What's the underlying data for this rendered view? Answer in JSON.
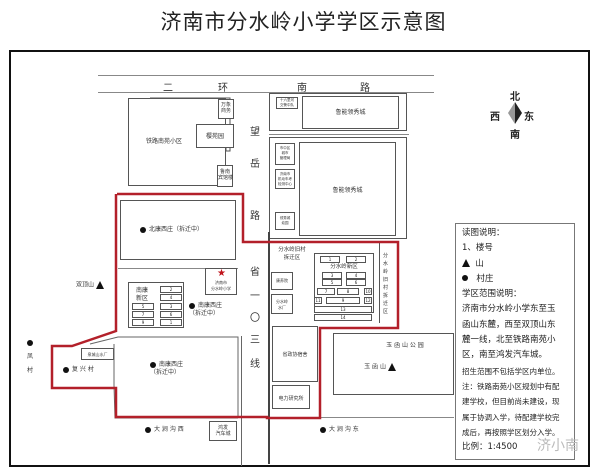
{
  "title": "济南市分水岭小学学区示意图",
  "compass": {
    "north": "北",
    "south": "南",
    "east": "东",
    "west": "西"
  },
  "roads": {
    "top": [
      "二",
      "环",
      "南",
      "路"
    ],
    "vertical_north": [
      "望",
      "岳",
      "路"
    ],
    "vertical_south": [
      "省",
      "一",
      "〇",
      "三",
      "线"
    ]
  },
  "areas": {
    "tielu_nanyuan": "铁路南苑小区",
    "wanxiang": "万象\n商务",
    "fanhua_yuan": "樱苑园",
    "lunan_bingguan": "鲁南\n宾馆楼",
    "top_small_a": "十六里河\n交警中队",
    "lunengling_top": "鲁能领秀城",
    "top_small_b": "市中区\n城市\n管理局",
    "top_small_c": "济南市\n机动车考\n检测中心",
    "top_small_d": "领秀城\n幼园",
    "lunengling_main": "鲁能领秀城",
    "beikang_xizhuang": "北康西庄（拆迁中）",
    "school": "济南市\n分水岭小学",
    "nankang_xinqu": "南康\n新区",
    "nankang_xizhuang_east": "南康西庄\n（拆迁中）",
    "fenshuiling_relocation": "分水岭旧村\n拆迁区",
    "fenshuiling_xinqu": "分水岭新区",
    "fenshuiling_village_side": "分水岭旧村拆迁区",
    "tiyu_zhongxin": "康养院",
    "fenshuiling_factory": "分水岭\n水厂",
    "shengcheng": "省政协宿舍",
    "dianli": "电力研究所",
    "yuhanshan_park": "玉 函 山 公 园",
    "yuhanshan": "玉 函 山",
    "shuangding_shan": "双顶山",
    "fengcun": "凤\n村",
    "fuxing_cun": "复 兴 村",
    "jinan_shuichang": "泉城山水厂",
    "nankang_xizhuang_south": "南康西庄\n（拆迁中）",
    "dajian_west": "大 涧 沟 西",
    "hongfa": "鸿发\n汽车城",
    "dajian_east": "大 涧 沟 东"
  },
  "buildings": {
    "nankang": [
      "2",
      "4",
      "5",
      "3",
      "7",
      "6",
      "9",
      "1"
    ],
    "fenshuiling": [
      "1",
      "2",
      "3",
      "4",
      "5",
      "6",
      "7",
      "8",
      "10",
      "11",
      "9",
      "12",
      "13",
      "14"
    ]
  },
  "legend": {
    "heading": "读图说明：",
    "item1": "1、楼号",
    "item_mountain": "山",
    "item_village": "村庄",
    "scope_heading": "学区范围说明：",
    "lines": [
      "济南市分水岭小学东至玉",
      "函山东麓，西至双顶山东",
      "麓一线，北至铁路南苑小",
      "区，南至鸿发汽车城。",
      "招生范围不包括学区内单位。",
      "注：铁路南苑小区规划中有配",
      "建学校，但目前尚未建设，现",
      "属于协调入学，待配建学校完",
      "成后，再按照学区划分入学。"
    ],
    "scale": "比例：1:4500"
  },
  "watermark": "济小南",
  "colors": {
    "boundary": "#b3202a",
    "star": "#c0141c",
    "line": "#555555"
  }
}
